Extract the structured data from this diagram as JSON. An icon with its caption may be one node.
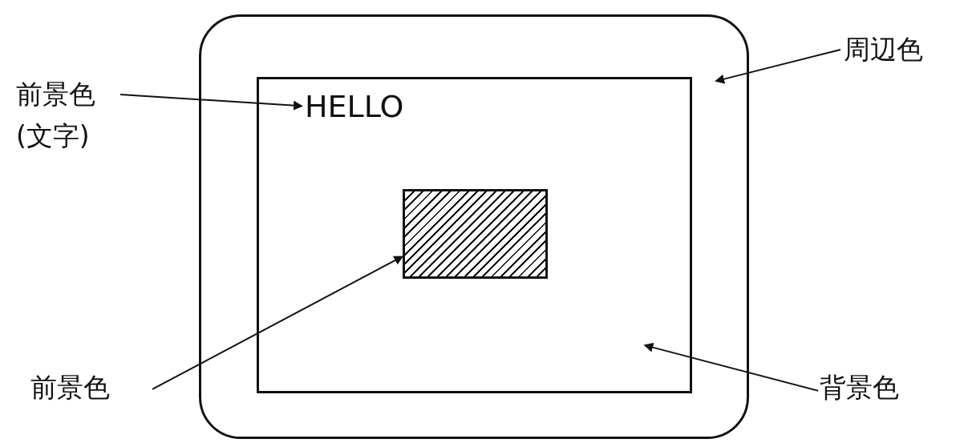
{
  "diagram": {
    "nodes": [
      {
        "text": [],
        "shape": "box"
      },
      {
        "text": [],
        "shape": "box",
        "in": 0
      },
      {
        "text": [
          "HELLO"
        ],
        "in": 1
      },
      {
        "text": [],
        "shape": "box",
        "in": 1
      },
      {
        "text": [
          "前景色(文字)"
        ]
      },
      {
        "text": [
          "周辺色"
        ]
      },
      {
        "text": [
          "前景色"
        ]
      },
      {
        "text": [
          "背景色"
        ]
      }
    ],
    "edges": [
      {
        "from": 4,
        "to": 2,
        "arrow": "to"
      },
      {
        "from": 5,
        "to": 0,
        "arrow": "to"
      },
      {
        "from": 6,
        "to": 3,
        "arrow": "to"
      },
      {
        "from": 7,
        "to": 1,
        "arrow": "to"
      }
    ]
  }
}
